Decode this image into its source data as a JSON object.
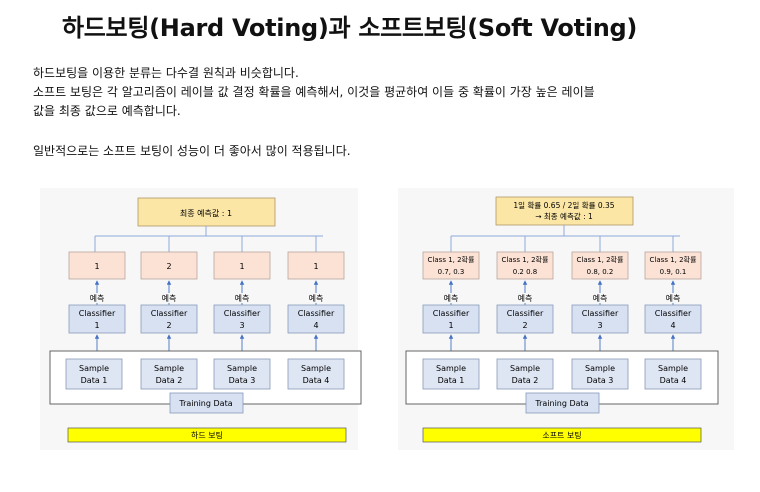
{
  "page": {
    "title": "하드보팅(Hard Voting)과 소프트보팅(Soft Voting)",
    "paragraph1": [
      "하드보팅을 이용한 분류는 다수결 원칙과 비슷합니다.",
      "소프트 보팅은 각 알고리즘이 레이블 값 결정 확률을 예측해서, 이것을 평균하여 이들 중 확률이 가장 높은 레이블",
      "값을 최종 값으로 예측합니다."
    ],
    "paragraph2": "일반적으로는 소프트 보팅이 성능이 더 좋아서 많이 적용됩니다."
  },
  "hard_voting": {
    "final_label": "최종 예측값 : 1",
    "predictions": [
      "1",
      "2",
      "1",
      "1"
    ],
    "predict_label": "예측",
    "classifiers": [
      [
        "Classifier",
        "1"
      ],
      [
        "Classifier",
        "2"
      ],
      [
        "Classifier",
        "3"
      ],
      [
        "Classifier",
        "4"
      ]
    ],
    "samples": [
      [
        "Sample",
        "Data 1"
      ],
      [
        "Sample",
        "Data 2"
      ],
      [
        "Sample",
        "Data 3"
      ],
      [
        "Sample",
        "Data 4"
      ]
    ],
    "training_data": "Training Data",
    "caption": "하드 보팅"
  },
  "soft_voting": {
    "final_label": [
      "1일 확률 0.65 / 2일 확률 0.35",
      "→ 최종 예측값 : 1"
    ],
    "predictions": [
      [
        "Class 1, 2확률",
        "0.7, 0.3"
      ],
      [
        "Class 1, 2확률",
        "0.2 0.8"
      ],
      [
        "Class 1, 2확률",
        "0.8, 0.2"
      ],
      [
        "Class 1, 2확률",
        "0.9, 0.1"
      ]
    ],
    "predict_label": "예측",
    "classifiers": [
      [
        "Classifier",
        "1"
      ],
      [
        "Classifier",
        "2"
      ],
      [
        "Classifier",
        "3"
      ],
      [
        "Classifier",
        "4"
      ]
    ],
    "samples": [
      [
        "Sample",
        "Data 1"
      ],
      [
        "Sample",
        "Data 2"
      ],
      [
        "Sample",
        "Data 3"
      ],
      [
        "Sample",
        "Data 4"
      ]
    ],
    "training_data": "Training Data",
    "caption": "소프트 보팅"
  },
  "colors": {
    "final_box": "#fbe6a6",
    "prediction_box": "#fbe2d5",
    "classifier_box": "#d7e1f2",
    "sample_box": "#dfe6f3",
    "caption_bar": "#ffff00",
    "connector": "#8ea9db",
    "arrow": "#4472c4"
  }
}
